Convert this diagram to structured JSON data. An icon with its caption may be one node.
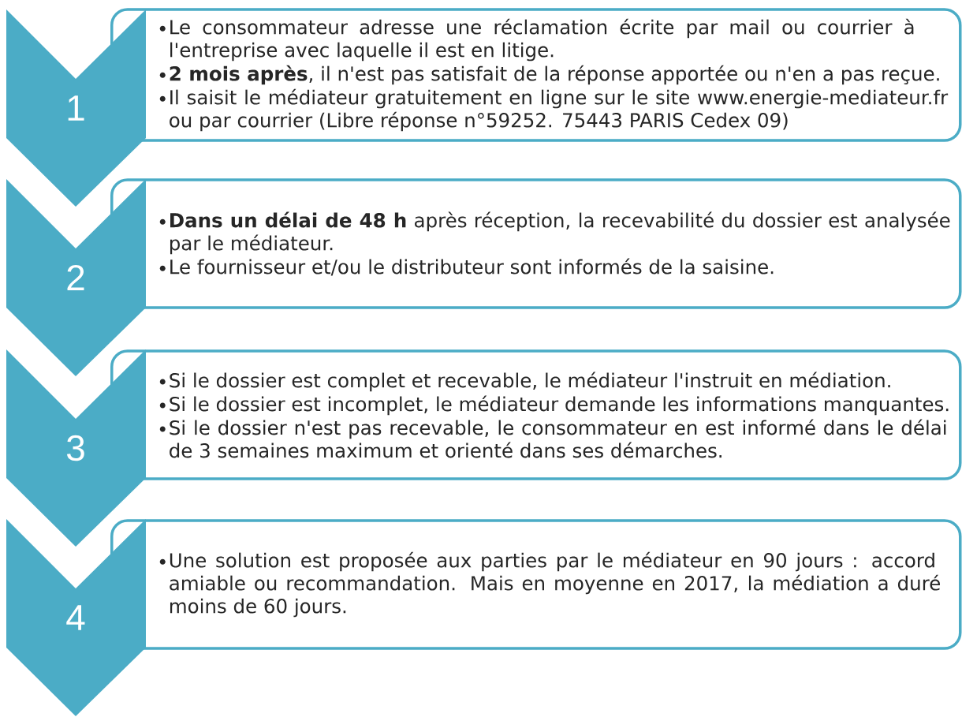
{
  "diagram": {
    "nodes": [
      {
        "text": [
          "1"
        ]
      },
      {
        "text": [
          "Le consommateur adresse une réclamation écrite par mail ou courrier à l'entreprise avec laquelle il est en litige.",
          "**2 mois après**, il n'est pas satisfait de la réponse apportée ou n'en a pas reçue.",
          "Il saisit le médiateur gratuitement en ligne sur le site www.energie-mediateur.fr ou par courrier (Libre réponse n°59252. 75443 PARIS Cedex 09)"
        ]
      },
      {
        "text": [
          "2"
        ]
      },
      {
        "text": [
          "**Dans un délai de 48 h** après réception, la recevabilité du dossier est analysée par le médiateur.",
          "Le fournisseur et/ou le distributeur sont informés de la saisine."
        ]
      },
      {
        "text": [
          "3"
        ]
      },
      {
        "text": [
          "Si le dossier est complet et recevable, le médiateur l'instruit en médiation.",
          "Si le dossier est incomplet, le médiateur demande les informations manquantes.",
          "Si le dossier n'est pas recevable, le consommateur en est informé dans le délai de 3 semaines maximum et orienté dans ses démarches."
        ]
      },
      {
        "text": [
          "4"
        ]
      },
      {
        "text": [
          "Une solution est proposée aux parties par le médiateur en 90 jours : accord amiable ou recommandation. Mais en moyenne en 2017, la médiation a duré moins de 60 jours."
        ]
      }
    ]
  }
}
